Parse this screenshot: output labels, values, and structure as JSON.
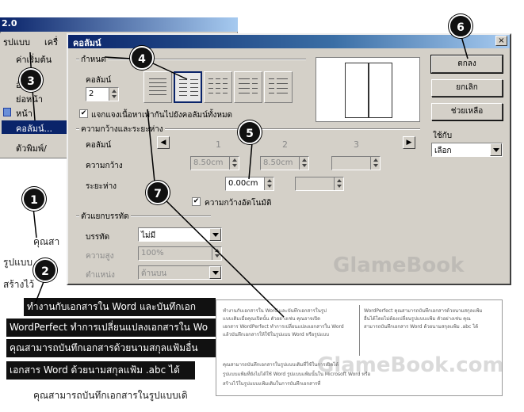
{
  "menu_window": {
    "title": "2.0",
    "menubar": [
      "รูปแบบ",
      "เครื่"
    ],
    "dropdown": [
      "ค่าเริ่มต้น",
      "อักขระ",
      "ย่อหน้า",
      "หน้า",
      "คอลัมน์...",
      "ตัวพิมพ์/"
    ]
  },
  "dialog": {
    "title": "คอลัมน์",
    "close_label": "×",
    "define_group": "กำหนด",
    "columns_label": "คอลัมน์",
    "columns_value": "2",
    "balance_label": "แจกแจงเนื้อหาเท่ากันไปยังคอลัมน์ทั้งหมด",
    "width_group": "ความกว้างและระยะห่าง",
    "col_label": "คอลัมน์",
    "col_numbers": [
      "1",
      "2",
      "3"
    ],
    "width_label": "ความกว้าง",
    "width_values": [
      "8.50cm",
      "8.50cm",
      ""
    ],
    "spacing_label": "ระยะห่าง",
    "spacing_values": [
      "0.00cm",
      ""
    ],
    "autowidth_label": "ความกว้างอัตโนมัติ",
    "separator_group": "ตัวแยกบรรทัด",
    "line_label": "บรรทัด",
    "line_value": "ไม่มี",
    "height_label": "ความสูง",
    "height_value": "100%",
    "position_label": "ตำแหน่ง",
    "position_value": "ด้านบน",
    "ok_label": "ตกลง",
    "cancel_label": "ยกเลิก",
    "help_label": "ช่วยเหลือ",
    "apply_label": "ใช้กับ",
    "apply_value": "เลือก"
  },
  "document": {
    "lines": [
      "คุณสา",
      "รูปแบบ",
      "สร้างไว้",
      "คุณสามารถบันทึกเอกสารในรูปแบบเดิ"
    ],
    "selected_lines": [
      "ทำงานกับเอกสารใน Word และบันทึกเอก",
      "WordPerfect ทำการเปลี่ยนแปลงเอกสารใน Wo",
      "คุณสามารถบันทึกเอกสารด้วยนามสกุลแฟ้มอื่น",
      "เอกสาร Word ด้วยนามสกุลแฟ้ม .abc ได้"
    ]
  },
  "snippet": {
    "lines": [
      "ทำงานกับเอกสารใน Word และบันทึกเอกสารในรูป",
      "แบบเดิมเมื่อคุณเปิดนั้น ตัวอย่างเช่น คุณอาจเปิด",
      "เอกสาร WordPerfect ทำการเปลี่ยนแปลงเอกสารใน Word",
      "แล้วบันทึกเอกสารให้ใช้ในรูปแบบ Word หรือรูปแบบ",
      "คุณสามารถบันทึกเอกสารในรูปแบบเดิมที่ใช้ในการเปิดได้",
      "รูปแบบแฟ้มที่ยังไม่ได้ใช้ Word รูปแบบแฟ้มนั้นใน Microsoft Word หรือ",
      "สร้างไว้ในรูปแบบแฟ้มเดิมในการบันทึกเอกสารที่"
    ],
    "right_lines": [
      "WordPerfect คุณสามารถบันทึกเอกสารด้วยนามสกุลแฟ้ม",
      "อื่นได้โดยไม่ต้องเปลี่ยนรูปแบบแฟ้ม ตัวอย่างเช่น คุณ",
      "สามารถบันทึกเอกสาร Word ด้วยนามสกุลแฟ้ม .abc ได้"
    ],
    "watermarks": [
      "GlameBook",
      "GlameBook.com"
    ]
  },
  "badges": [
    "1",
    "2",
    "3",
    "4",
    "5",
    "6",
    "7"
  ]
}
